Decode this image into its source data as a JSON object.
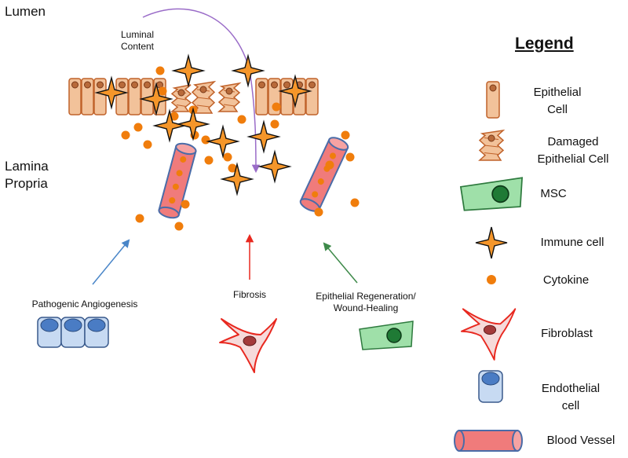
{
  "regions": {
    "lumen": "Lumen",
    "lamina_line1": "Lamina",
    "lamina_line2": "Propria"
  },
  "luminal_content": [
    "Luminal",
    "Content"
  ],
  "processes": {
    "angiogenesis": "Pathogenic Angiogenesis",
    "fibrosis": "Fibrosis",
    "regeneration": [
      "Epithelial Regeneration/",
      "Wound-Healing"
    ]
  },
  "legend": {
    "title": "Legend",
    "items": [
      {
        "icon": "epithelial-cell-icon",
        "lines": [
          "Epithelial",
          "Cell"
        ]
      },
      {
        "icon": "damaged-epithelial-cell-icon",
        "lines": [
          "Damaged",
          "Epithelial Cell"
        ]
      },
      {
        "icon": "msc-icon",
        "lines": [
          "MSC"
        ]
      },
      {
        "icon": "immune-cell-icon",
        "lines": [
          "Immune cell"
        ]
      },
      {
        "icon": "cytokine-icon",
        "lines": [
          "Cytokine"
        ]
      },
      {
        "icon": "fibroblast-icon",
        "lines": [
          "Fibroblast"
        ]
      },
      {
        "icon": "endothelial-cell-icon",
        "lines": [
          "Endothelial",
          "cell"
        ]
      },
      {
        "icon": "blood-vessel-icon",
        "lines": [
          "Blood Vessel"
        ]
      }
    ]
  },
  "colors": {
    "epithelial_fill": "#f2c29a",
    "epithelial_stroke": "#c0622a",
    "cytokine": "#f07d0c",
    "immune_fill": "#f5962a",
    "vessel_fill": "#f07b7b",
    "vessel_stroke": "#4a6ca8",
    "msc_fill": "#9fe0a9",
    "msc_nucleus": "#1f7a35",
    "fibroblast_stroke": "#e8281f",
    "fibroblast_fill": "#f6dada",
    "fibroblast_nucleus": "#a33a3a",
    "endothelial_fill": "#c7daf2",
    "endothelial_nucleus": "#4a7cc4",
    "arrow_angio": "#4a86c8",
    "arrow_fibrosis": "#e8281f",
    "arrow_regen": "#3e8a4a",
    "arrow_lumen": "#9a6cc8"
  }
}
